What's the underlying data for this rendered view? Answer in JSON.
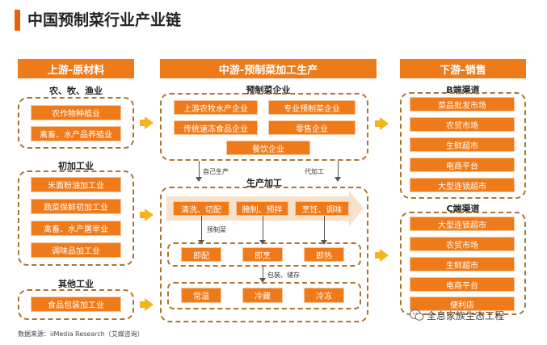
{
  "title": "中国预制菜行业产业链",
  "upstream": {
    "header": "上游-原材料",
    "groups": [
      {
        "label": "农、牧、渔业",
        "items": [
          "农作物种植业",
          "禽畜、水产品养殖业"
        ]
      },
      {
        "label": "初加工业",
        "items": [
          "米面粉油加工业",
          "蔬菜保鲜初加工业",
          "禽畜、水产屠宰业",
          "调味品加工业"
        ]
      },
      {
        "label": "其他工业",
        "items": [
          "食品包装加工业"
        ]
      }
    ]
  },
  "midstream": {
    "header": "中游-预制菜加工生产",
    "enterprise_label": "预制菜企业",
    "enterprises": [
      "上游农牧水产企业",
      "专业预制菜企业",
      "传统速冻食品企业",
      "零售企业",
      "餐饮企业"
    ],
    "self_produce": "自己生产",
    "contract_process": "代加工",
    "production_label": "生产加工",
    "steps": [
      "清洗、切配",
      "腌制、预拌",
      "烹饪、调味"
    ],
    "prefab_label": "预制菜",
    "prefab_types": [
      "即配",
      "即烹",
      "即热"
    ],
    "pack_label": "包装、储存",
    "storage": [
      "常温",
      "冷藏",
      "冷冻"
    ]
  },
  "downstream": {
    "header": "下游-销售",
    "b_label": "B端渠道",
    "b_items": [
      "菜品批发市场",
      "农贸市场",
      "生鲜超市",
      "电商平台",
      "大型连锁超市"
    ],
    "c_label": "C端渠道",
    "c_items": [
      "大型连锁超市",
      "农贸市场",
      "生鲜超市",
      "电商平台",
      "便利店"
    ]
  },
  "source": "数据来源：iiMedia Research（艾媒咨询）",
  "watermark": "全息家族生态工程"
}
